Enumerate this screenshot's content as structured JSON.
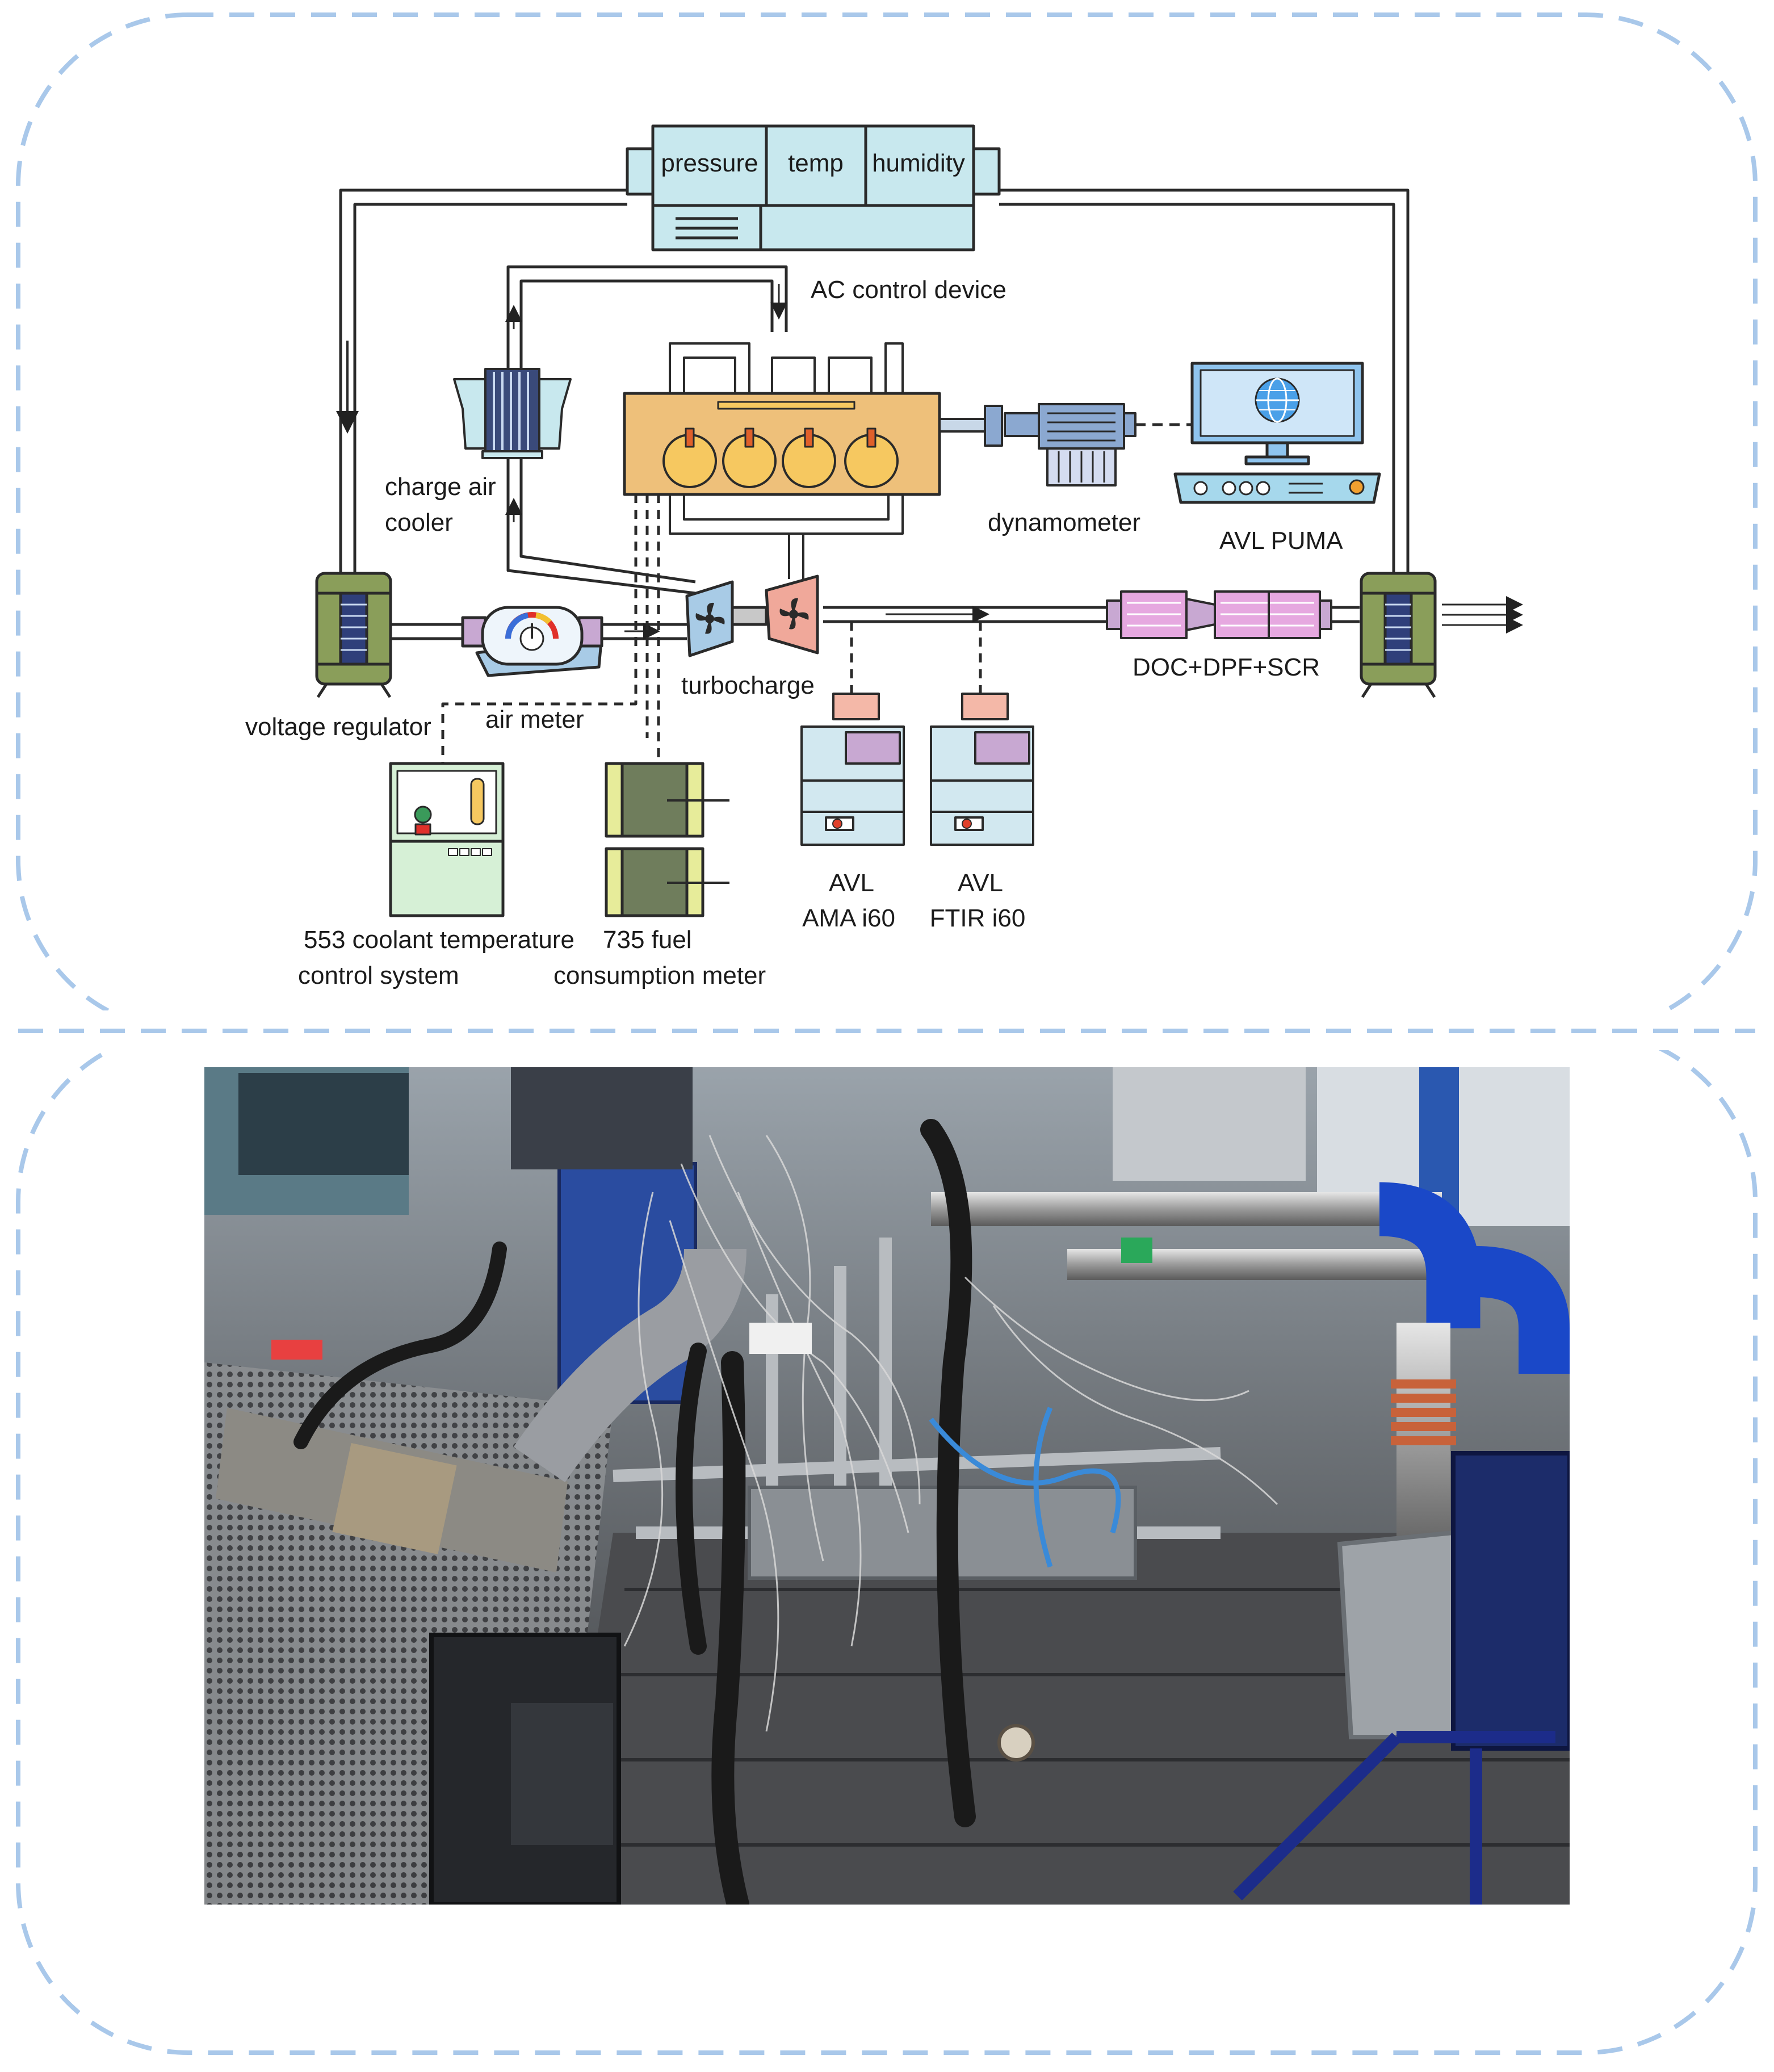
{
  "sensor_box": {
    "pressure": "pressure",
    "temp": "temp",
    "humidity": "humidity"
  },
  "labels": {
    "ac_control_device": "AC control device",
    "charge_air_cooler_1": "charge air",
    "charge_air_cooler_2": "cooler",
    "dynamometer": "dynamometer",
    "avl_puma": "AVL PUMA",
    "turbocharge": "turbocharge",
    "doc_dpf_scr": "DOC+DPF+SCR",
    "voltage_regulator": "voltage regulator",
    "air_meter": "air meter",
    "ama_1": "AVL",
    "ama_2": "AMA i60",
    "ftir_1": "AVL",
    "ftir_2": "FTIR i60",
    "coolant_1": "553 coolant temperature",
    "coolant_2": "control system",
    "fuel_1": "735 fuel",
    "fuel_2": "consumption meter"
  },
  "colors": {
    "frame_dash": "#a9c8ea",
    "sensor_fill": "#c8e8ee",
    "engine_fill": "#eec07a",
    "cylinder_fill": "#f6c860",
    "piston_red": "#e0602a",
    "regulator_green": "#8a9e5a",
    "regulator_blue": "#2f3f7a",
    "turbo_blue": "#a8cbe6",
    "turbo_pink": "#f0a89a",
    "analyzer_fill": "#d2e8f0",
    "analyzer_top": "#c8a8d2",
    "analyzer_probe": "#f4b8a8",
    "aftertreatment": "#e6a8e0",
    "meter_green": "#6f7d5c",
    "meter_yellow": "#e7ec9a",
    "coolant_fill": "#d6f0d6"
  },
  "photo": {
    "icon": "engine-test-bench-photo"
  }
}
